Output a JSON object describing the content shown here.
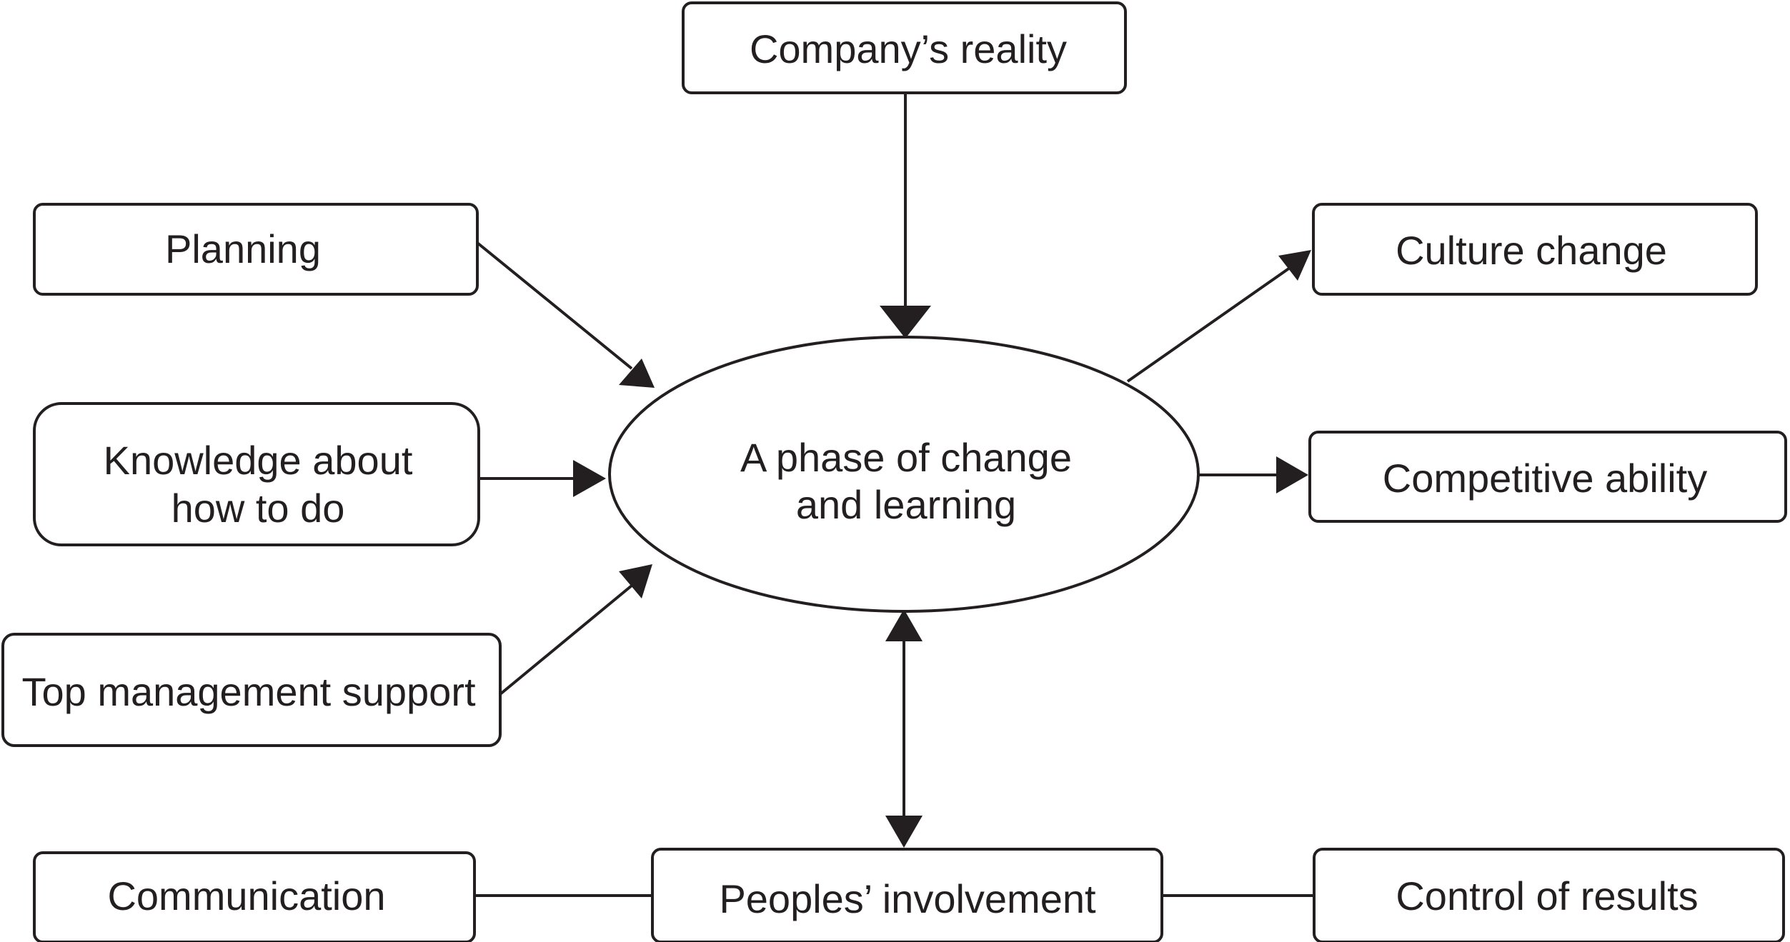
{
  "diagram": {
    "colors": {
      "stroke": "#231f20",
      "fill": "#ffffff",
      "text": "#231f20"
    },
    "center": {
      "line1": "A phase of change",
      "line2": "and learning"
    },
    "nodes": {
      "company_reality": "Company’s reality",
      "planning": "Planning",
      "knowledge_line1": "Knowledge about",
      "knowledge_line2": "how to do",
      "top_management": "Top management support",
      "culture_change": "Culture change",
      "competitive_ability": "Competitive ability",
      "communication": "Communication",
      "peoples_involvement": "Peoples’ involvement",
      "control_of_results": "Control of results"
    },
    "edges": [
      {
        "from": "Company’s reality",
        "to": "A phase of change and learning",
        "type": "arrow"
      },
      {
        "from": "Planning",
        "to": "A phase of change and learning",
        "type": "arrow"
      },
      {
        "from": "Knowledge about how to do",
        "to": "A phase of change and learning",
        "type": "arrow"
      },
      {
        "from": "Top management support",
        "to": "A phase of change and learning",
        "type": "arrow"
      },
      {
        "from": "A phase of change and learning",
        "to": "Culture change",
        "type": "arrow"
      },
      {
        "from": "A phase of change and learning",
        "to": "Competitive ability",
        "type": "arrow"
      },
      {
        "from": "A phase of change and learning",
        "to": "Peoples’ involvement",
        "type": "double-arrow"
      },
      {
        "from": "Communication",
        "to": "Peoples’ involvement",
        "type": "line"
      },
      {
        "from": "Peoples’ involvement",
        "to": "Control of results",
        "type": "line"
      }
    ]
  }
}
